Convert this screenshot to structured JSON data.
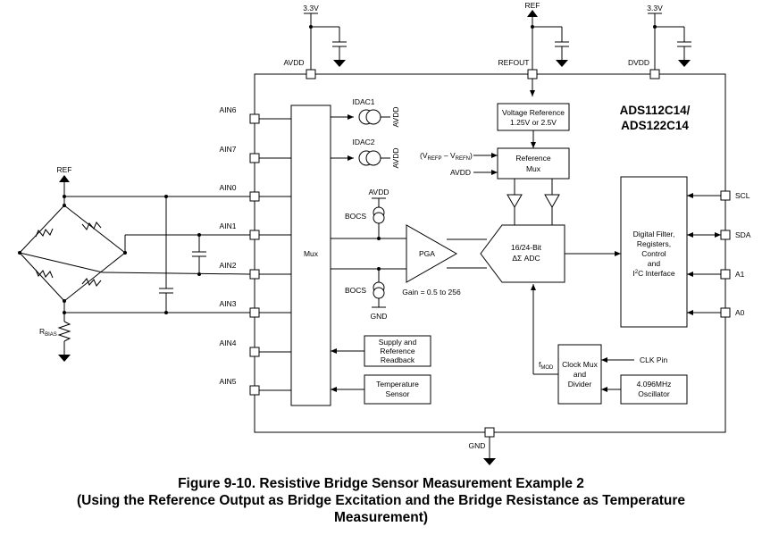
{
  "chip": {
    "name_line1": "ADS112C14/",
    "name_line2": "ADS122C14"
  },
  "supplies": {
    "avdd_rail": "3.3V",
    "dvdd_rail": "3.3V",
    "ref_rail": "REF"
  },
  "top_pins": {
    "avdd": "AVDD",
    "refout": "REFOUT",
    "dvdd": "DVDD"
  },
  "bottom_pin": "GND",
  "left_pins": [
    "AIN6",
    "AIN7",
    "AIN0",
    "AIN1",
    "AIN2",
    "AIN3",
    "AIN4",
    "AIN5"
  ],
  "right_pins": [
    "SCL",
    "SDA",
    "A1",
    "A0"
  ],
  "blocks": {
    "mux": "Mux",
    "idac1": "IDAC1",
    "idac2": "IDAC2",
    "idac_supply": "AVDD",
    "bocs": "BOCS",
    "bocs_top_supply": "AVDD",
    "bocs_bottom_gnd": "GND",
    "pga": "PGA",
    "gain": "Gain = 0.5 to 256",
    "vref_line1": "Voltage Reference",
    "vref_line2": "1.25V or 2.5V",
    "refmux_line1": "Reference",
    "refmux_line2": "Mux",
    "refmux_in_main": "(V",
    "refmux_in_sub1": "REFP",
    "refmux_in_mid": " – V",
    "refmux_in_sub2": "REFN",
    "refmux_in_end": ")",
    "refmux_in2": "AVDD",
    "adc_line1": "16/24-Bit",
    "adc_line2": "ΔΣ ADC",
    "digital_line1": "Digital Filter,",
    "digital_line2": "Registers,",
    "digital_line3": "Control",
    "digital_line4": "and",
    "digital_line5_pre": "I",
    "digital_line5_sup": "2",
    "digital_line5_post": "C Interface",
    "supply_line1": "Supply and",
    "supply_line2": "Reference",
    "supply_line3": "Readback",
    "temp_line1": "Temperature",
    "temp_line2": "Sensor",
    "clkmux_line1": "Clock Mux",
    "clkmux_line2": "and",
    "clkmux_line3": "Divider",
    "osc_line1": "4.096MHz",
    "osc_line2": "Oscillator",
    "clk_pin": "CLK Pin",
    "fmod_main": "f",
    "fmod_sub": "MOD"
  },
  "external": {
    "bridge_ref": "REF",
    "rbias_main": "R",
    "rbias_sub": "BIAS"
  },
  "caption": {
    "line1": "Figure 9-10. Resistive Bridge Sensor Measurement Example 2",
    "line2": "(Using the Reference Output as Bridge Excitation and the Bridge Resistance as Temperature",
    "line3": "Measurement)"
  }
}
